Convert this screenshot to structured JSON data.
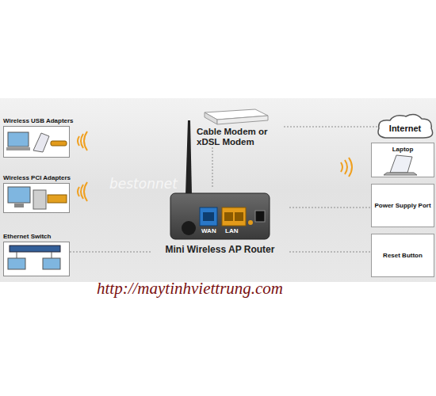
{
  "diagram": {
    "nodes": [
      {
        "text": [
          "Wireless USB Adapters"
        ]
      },
      {
        "text": [
          "Wireless PCI Adapters"
        ]
      },
      {
        "text": [
          "Ethernet Switch"
        ]
      },
      {
        "text": [
          "Cable Modem or xDSL Modem"
        ]
      },
      {
        "text": [
          "Mini Wireless AP Router"
        ]
      },
      {
        "text": [
          "Internet"
        ]
      },
      {
        "text": [
          "Laptop"
        ]
      },
      {
        "text": [
          "Power Supply Port"
        ]
      },
      {
        "text": [
          "Reset Button"
        ]
      }
    ],
    "edges": [
      {
        "from": 3,
        "to": 5,
        "arrow": "none"
      },
      {
        "from": 4,
        "to": 3,
        "arrow": "none"
      },
      {
        "from": 4,
        "to": 2,
        "arrow": "none"
      },
      {
        "from": 4,
        "to": 7,
        "arrow": "none"
      },
      {
        "from": 4,
        "to": 8,
        "arrow": "none"
      }
    ],
    "labels": [
      "WAN",
      "LAN",
      "bestonnet",
      "http://maytinhviettrung.com"
    ]
  }
}
